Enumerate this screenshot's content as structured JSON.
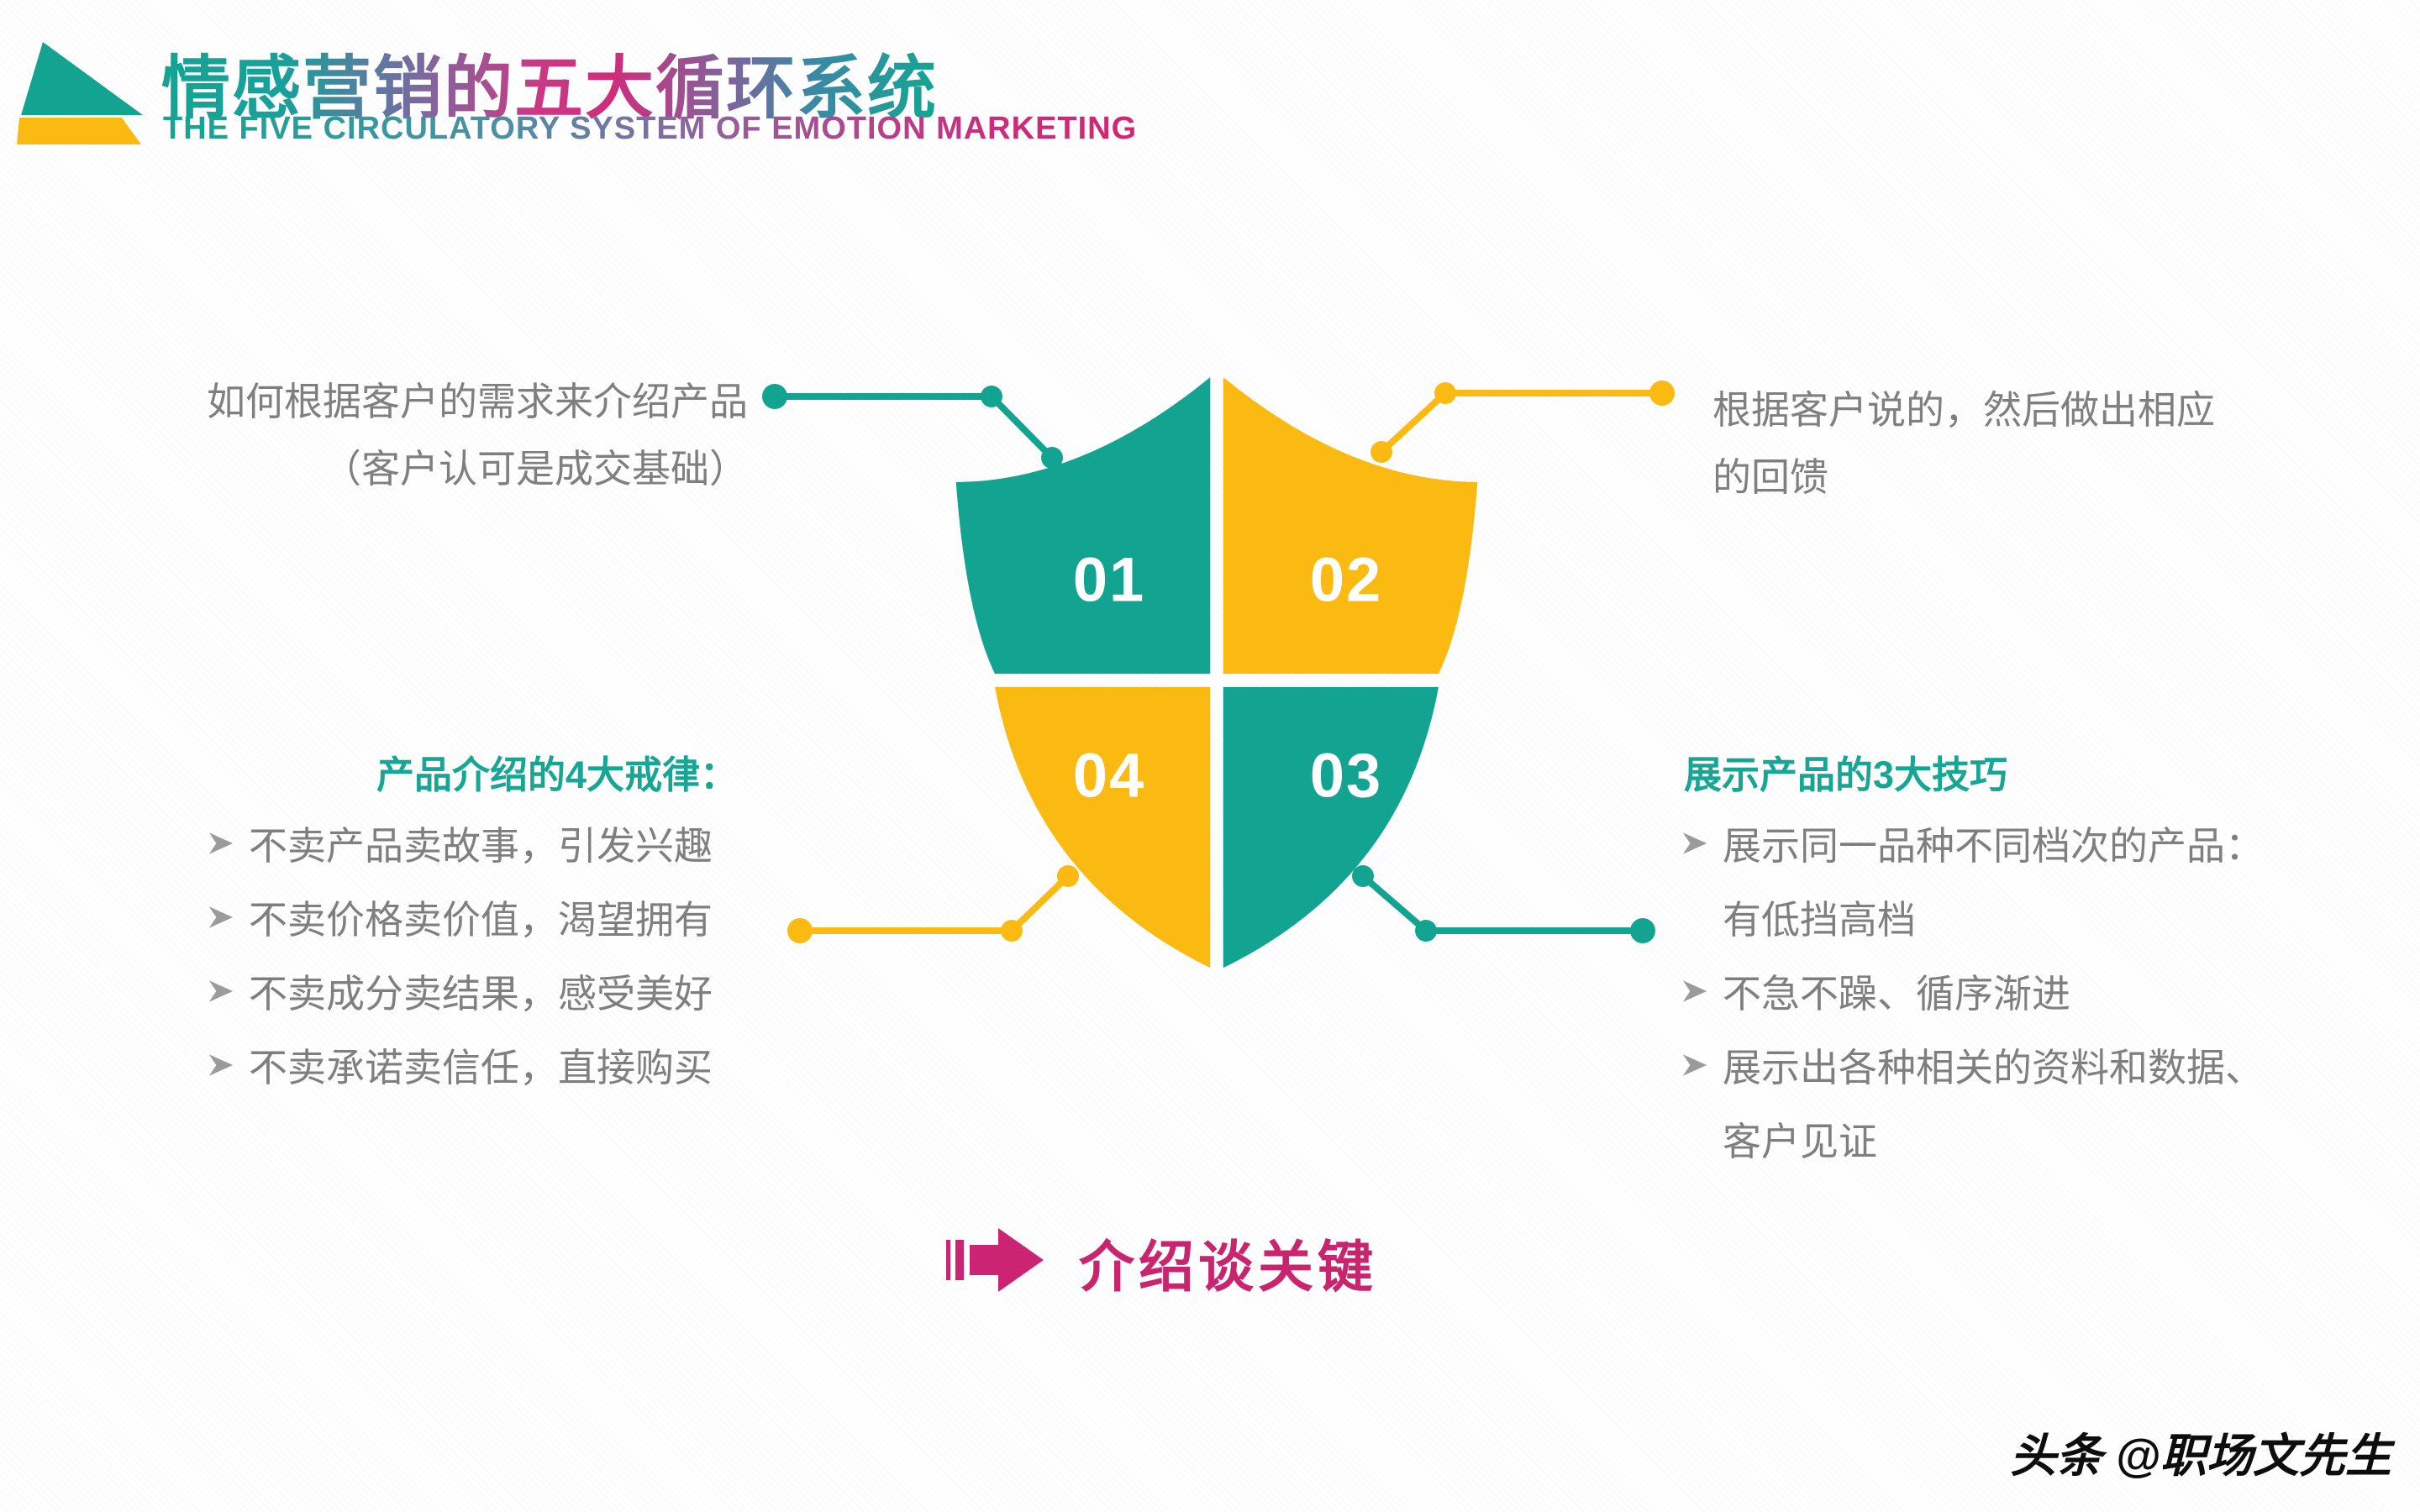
{
  "header": {
    "title": "情感营销的五大循环系统",
    "subtitle": "THE FIVE CIRCULATORY SYSTEM OF EMOTION MARKETING"
  },
  "colors": {
    "teal": "#12A491",
    "yellow": "#FBBA12",
    "magenta": "#C9246E",
    "gray_text": "#7F7F7F",
    "heading_teal": "#16A693",
    "title_gradient": [
      "#14A592",
      "#D02C7C",
      "#14A592"
    ]
  },
  "icons": {
    "logo": "double-triangle",
    "bullet_marker": "arrowhead-right",
    "key_point_arrow": "block-arrow-right"
  },
  "shield": {
    "labels": {
      "q1": "01",
      "q2": "02",
      "q3": "03",
      "q4": "04"
    }
  },
  "callouts": {
    "top_left": {
      "line1": "如何根据客户的需求来介绍产品",
      "line2": "（客户认可是成交基础）"
    },
    "top_right": {
      "line1": "根据客户说的，然后做出相应",
      "line2": "的回馈"
    },
    "bottom_left": {
      "heading": "产品介绍的4大戒律：",
      "items": [
        {
          "marker": true,
          "text": "不卖产品卖故事，引发兴趣"
        },
        {
          "marker": true,
          "text": "不卖价格卖价值，渴望拥有"
        },
        {
          "marker": true,
          "text": "不卖成分卖结果，感受美好"
        },
        {
          "marker": true,
          "text": "不卖承诺卖信任，直接购买"
        }
      ]
    },
    "bottom_right": {
      "heading": "展示产品的3大技巧",
      "items": [
        {
          "marker": true,
          "text": "展示同一品种不同档次的产品："
        },
        {
          "marker": false,
          "text": "有低挡高档"
        },
        {
          "marker": true,
          "text": "不急不躁、循序渐进"
        },
        {
          "marker": true,
          "text": "展示出各种相关的资料和数据、"
        },
        {
          "marker": false,
          "text": "客户见证"
        }
      ]
    }
  },
  "footer": {
    "key_point": "介绍谈关键",
    "watermark": "头条 @职场文先生"
  }
}
